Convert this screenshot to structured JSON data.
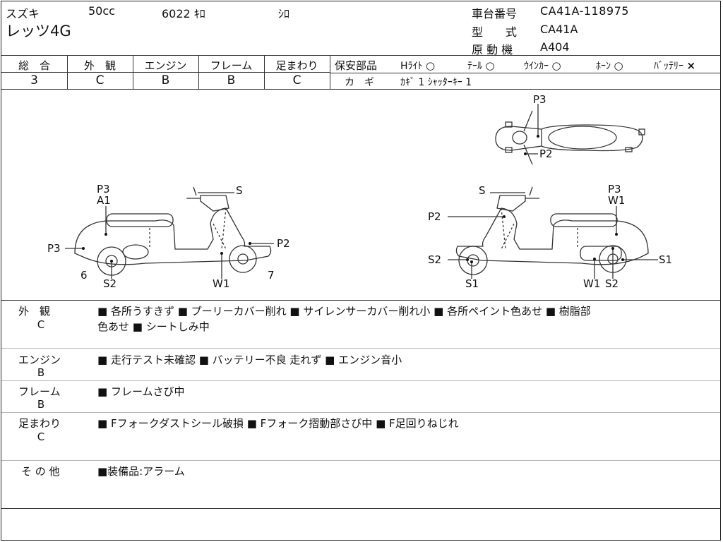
{
  "header": {
    "maker": "スズキ",
    "displacement": "50cc",
    "mileage": "6022 ｷﾛ",
    "color": "ｼﾛ",
    "model_name": "レッツ4G",
    "frame_label": "車台番号",
    "frame_no": "CA41A-118975",
    "type_label": "型　　式",
    "type_value": "CA41A",
    "engine_label": "原 動 機",
    "engine_value": "A404"
  },
  "grades": [
    {
      "label": "総　合",
      "value": "3"
    },
    {
      "label": "外　観",
      "value": "C"
    },
    {
      "label": "エンジン",
      "value": "B"
    },
    {
      "label": "フレーム",
      "value": "B"
    },
    {
      "label": "足まわり",
      "value": "C"
    }
  ],
  "safety": {
    "label": "保安部品",
    "items": [
      {
        "name": "Hﾗｲﾄ",
        "mark": "○"
      },
      {
        "name": "ﾃｰﾙ",
        "mark": "○"
      },
      {
        "name": "ｳｲﾝｶｰ",
        "mark": "○"
      },
      {
        "name": "ﾎｰﾝ",
        "mark": "○"
      },
      {
        "name": "ﾊﾞｯﾃﾘｰ",
        "mark": "×"
      }
    ],
    "key_label": "カ　ギ",
    "key_value": "ｶｷﾞ 1 ｼｬｯﾀｰｷｰ 1"
  },
  "diagram_labels": {
    "top": [
      "P3",
      "P2"
    ],
    "left": [
      "P3",
      "A1",
      "S",
      "P3",
      "P2",
      "6",
      "S2",
      "W1",
      "7"
    ],
    "right": [
      "S",
      "P3",
      "W1",
      "P2",
      "S2",
      "S1",
      "S1",
      "W1",
      "S2"
    ]
  },
  "remarks": [
    {
      "label": "外　観",
      "grade": "C",
      "line1": "■ 各所うすきず ■ プーリーカバー削れ ■ サイレンサーカバー削れ小 ■ 各所ペイント色あせ ■ 樹脂部",
      "line2": "色あせ ■ シートしみ中"
    },
    {
      "label": "エンジン",
      "grade": "B",
      "line1": "■ 走行テスト未確認 ■ バッテリー不良 走れず ■ エンジン音小",
      "line2": ""
    },
    {
      "label": "フレーム",
      "grade": "B",
      "line1": "■ フレームさび中",
      "line2": ""
    },
    {
      "label": "足まわり",
      "grade": "C",
      "line1": "■ Fフォークダストシール破損 ■ Fフォーク摺動部さび中 ■ F足回りねじれ",
      "line2": ""
    },
    {
      "label": "そ の 他",
      "grade": "",
      "line1": "■装備品:アラーム",
      "line2": ""
    }
  ]
}
